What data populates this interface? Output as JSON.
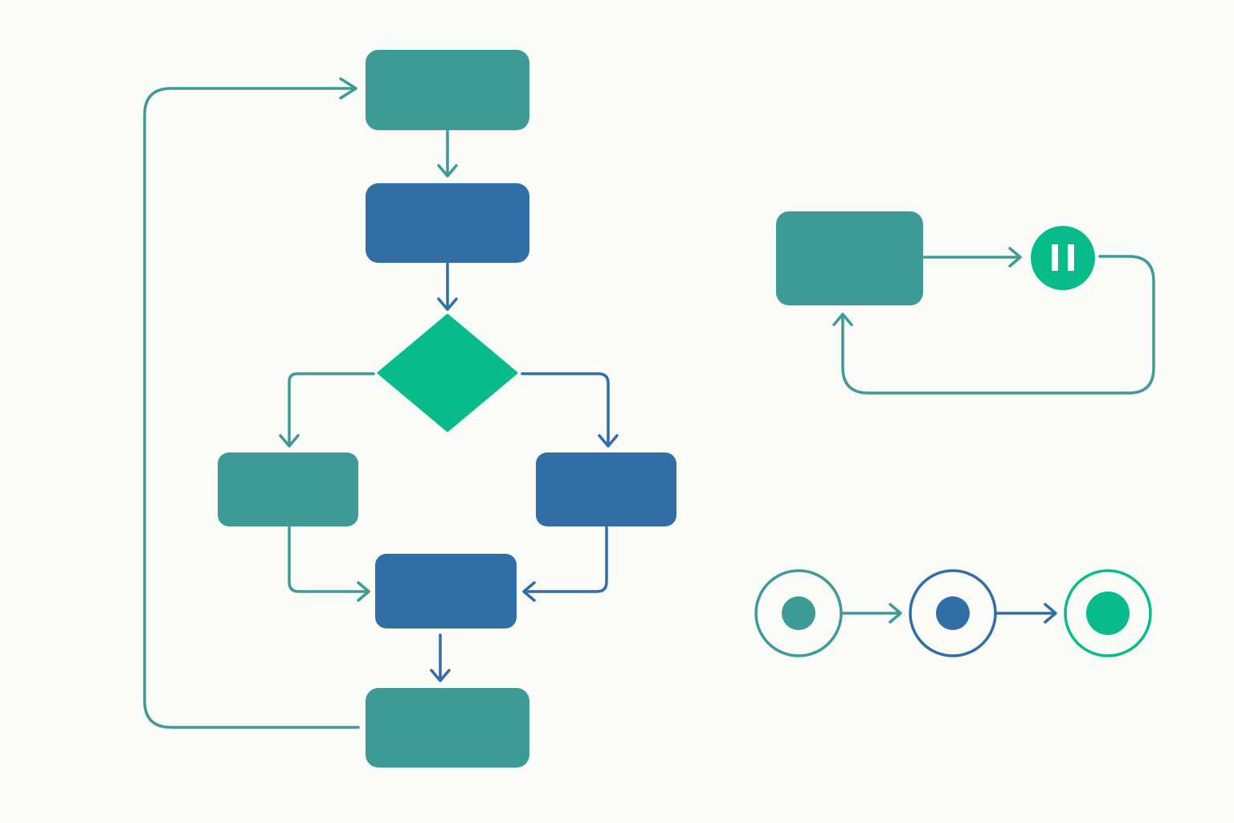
{
  "colors": {
    "background": "#fbfbf7",
    "teal": "#3d9a97",
    "blue": "#316ea6",
    "green": "#07bb8a",
    "white": "#ffffff"
  },
  "flowchart": {
    "nodes": [
      {
        "id": "top-process",
        "shape": "rounded-rect",
        "color": "teal"
      },
      {
        "id": "second-process",
        "shape": "rounded-rect",
        "color": "blue"
      },
      {
        "id": "decision",
        "shape": "diamond",
        "color": "green"
      },
      {
        "id": "left-branch",
        "shape": "rounded-rect",
        "color": "teal"
      },
      {
        "id": "right-branch",
        "shape": "rounded-rect",
        "color": "blue"
      },
      {
        "id": "merge-process",
        "shape": "rounded-rect",
        "color": "blue"
      },
      {
        "id": "bottom-process",
        "shape": "rounded-rect",
        "color": "teal"
      }
    ],
    "edges": [
      {
        "from": "top-process",
        "to": "second-process",
        "color": "teal"
      },
      {
        "from": "second-process",
        "to": "decision",
        "color": "blue"
      },
      {
        "from": "decision",
        "to": "left-branch",
        "color": "teal"
      },
      {
        "from": "decision",
        "to": "right-branch",
        "color": "blue"
      },
      {
        "from": "left-branch",
        "to": "merge-process",
        "color": "teal"
      },
      {
        "from": "right-branch",
        "to": "merge-process",
        "color": "blue"
      },
      {
        "from": "merge-process",
        "to": "bottom-process",
        "color": "blue"
      },
      {
        "from": "bottom-process",
        "to": "top-process",
        "color": "teal"
      }
    ]
  },
  "loop_diagram": {
    "nodes": [
      {
        "id": "loop-process",
        "shape": "rounded-rect",
        "color": "teal"
      },
      {
        "id": "pause-node",
        "shape": "circle",
        "color": "green",
        "icon": "pause-icon"
      }
    ],
    "edges": [
      {
        "from": "loop-process",
        "to": "pause-node",
        "color": "teal"
      },
      {
        "from": "pause-node",
        "to": "loop-process",
        "color": "teal"
      }
    ]
  },
  "state_sequence": {
    "nodes": [
      {
        "id": "state-1",
        "shape": "ring-dot",
        "color": "teal"
      },
      {
        "id": "state-2",
        "shape": "ring-dot",
        "color": "blue"
      },
      {
        "id": "state-3",
        "shape": "ring-dot",
        "color": "green"
      }
    ],
    "edges": [
      {
        "from": "state-1",
        "to": "state-2",
        "color": "teal"
      },
      {
        "from": "state-2",
        "to": "state-3",
        "color": "blue"
      }
    ]
  }
}
